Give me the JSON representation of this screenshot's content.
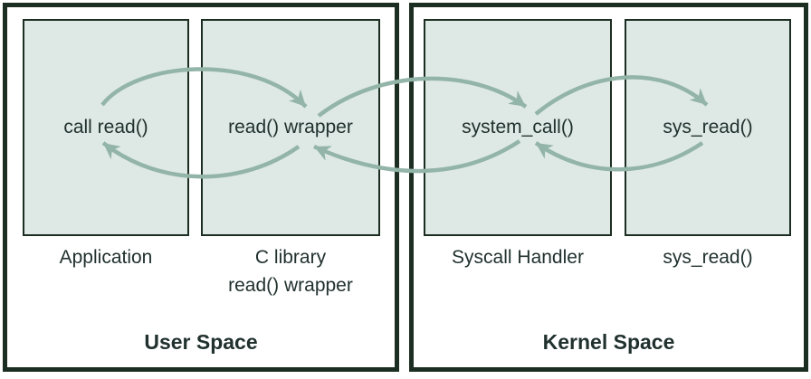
{
  "colors": {
    "border_dark": "#1c2e22",
    "box_fill": "#dee9e5",
    "arrow": "#93b4a8",
    "text": "#20312e"
  },
  "user_space": {
    "title": "User Space",
    "boxes": [
      {
        "text": "call read()",
        "label": "Application",
        "label2": ""
      },
      {
        "text": "read() wrapper",
        "label": "C library",
        "label2": "read() wrapper"
      }
    ]
  },
  "kernel_space": {
    "title": "Kernel Space",
    "boxes": [
      {
        "text": "system_call()",
        "label": "Syscall Handler",
        "label2": ""
      },
      {
        "text": "sys_read()",
        "label": "sys_read()",
        "label2": ""
      }
    ]
  },
  "arrows": [
    {
      "from": "call read()",
      "to": "read() wrapper",
      "type": "call"
    },
    {
      "from": "read() wrapper",
      "to": "system_call()",
      "type": "call"
    },
    {
      "from": "system_call()",
      "to": "sys_read()",
      "type": "call"
    },
    {
      "from": "sys_read()",
      "to": "system_call()",
      "type": "return"
    },
    {
      "from": "system_call()",
      "to": "read() wrapper",
      "type": "return"
    },
    {
      "from": "read() wrapper",
      "to": "call read()",
      "type": "return"
    }
  ]
}
